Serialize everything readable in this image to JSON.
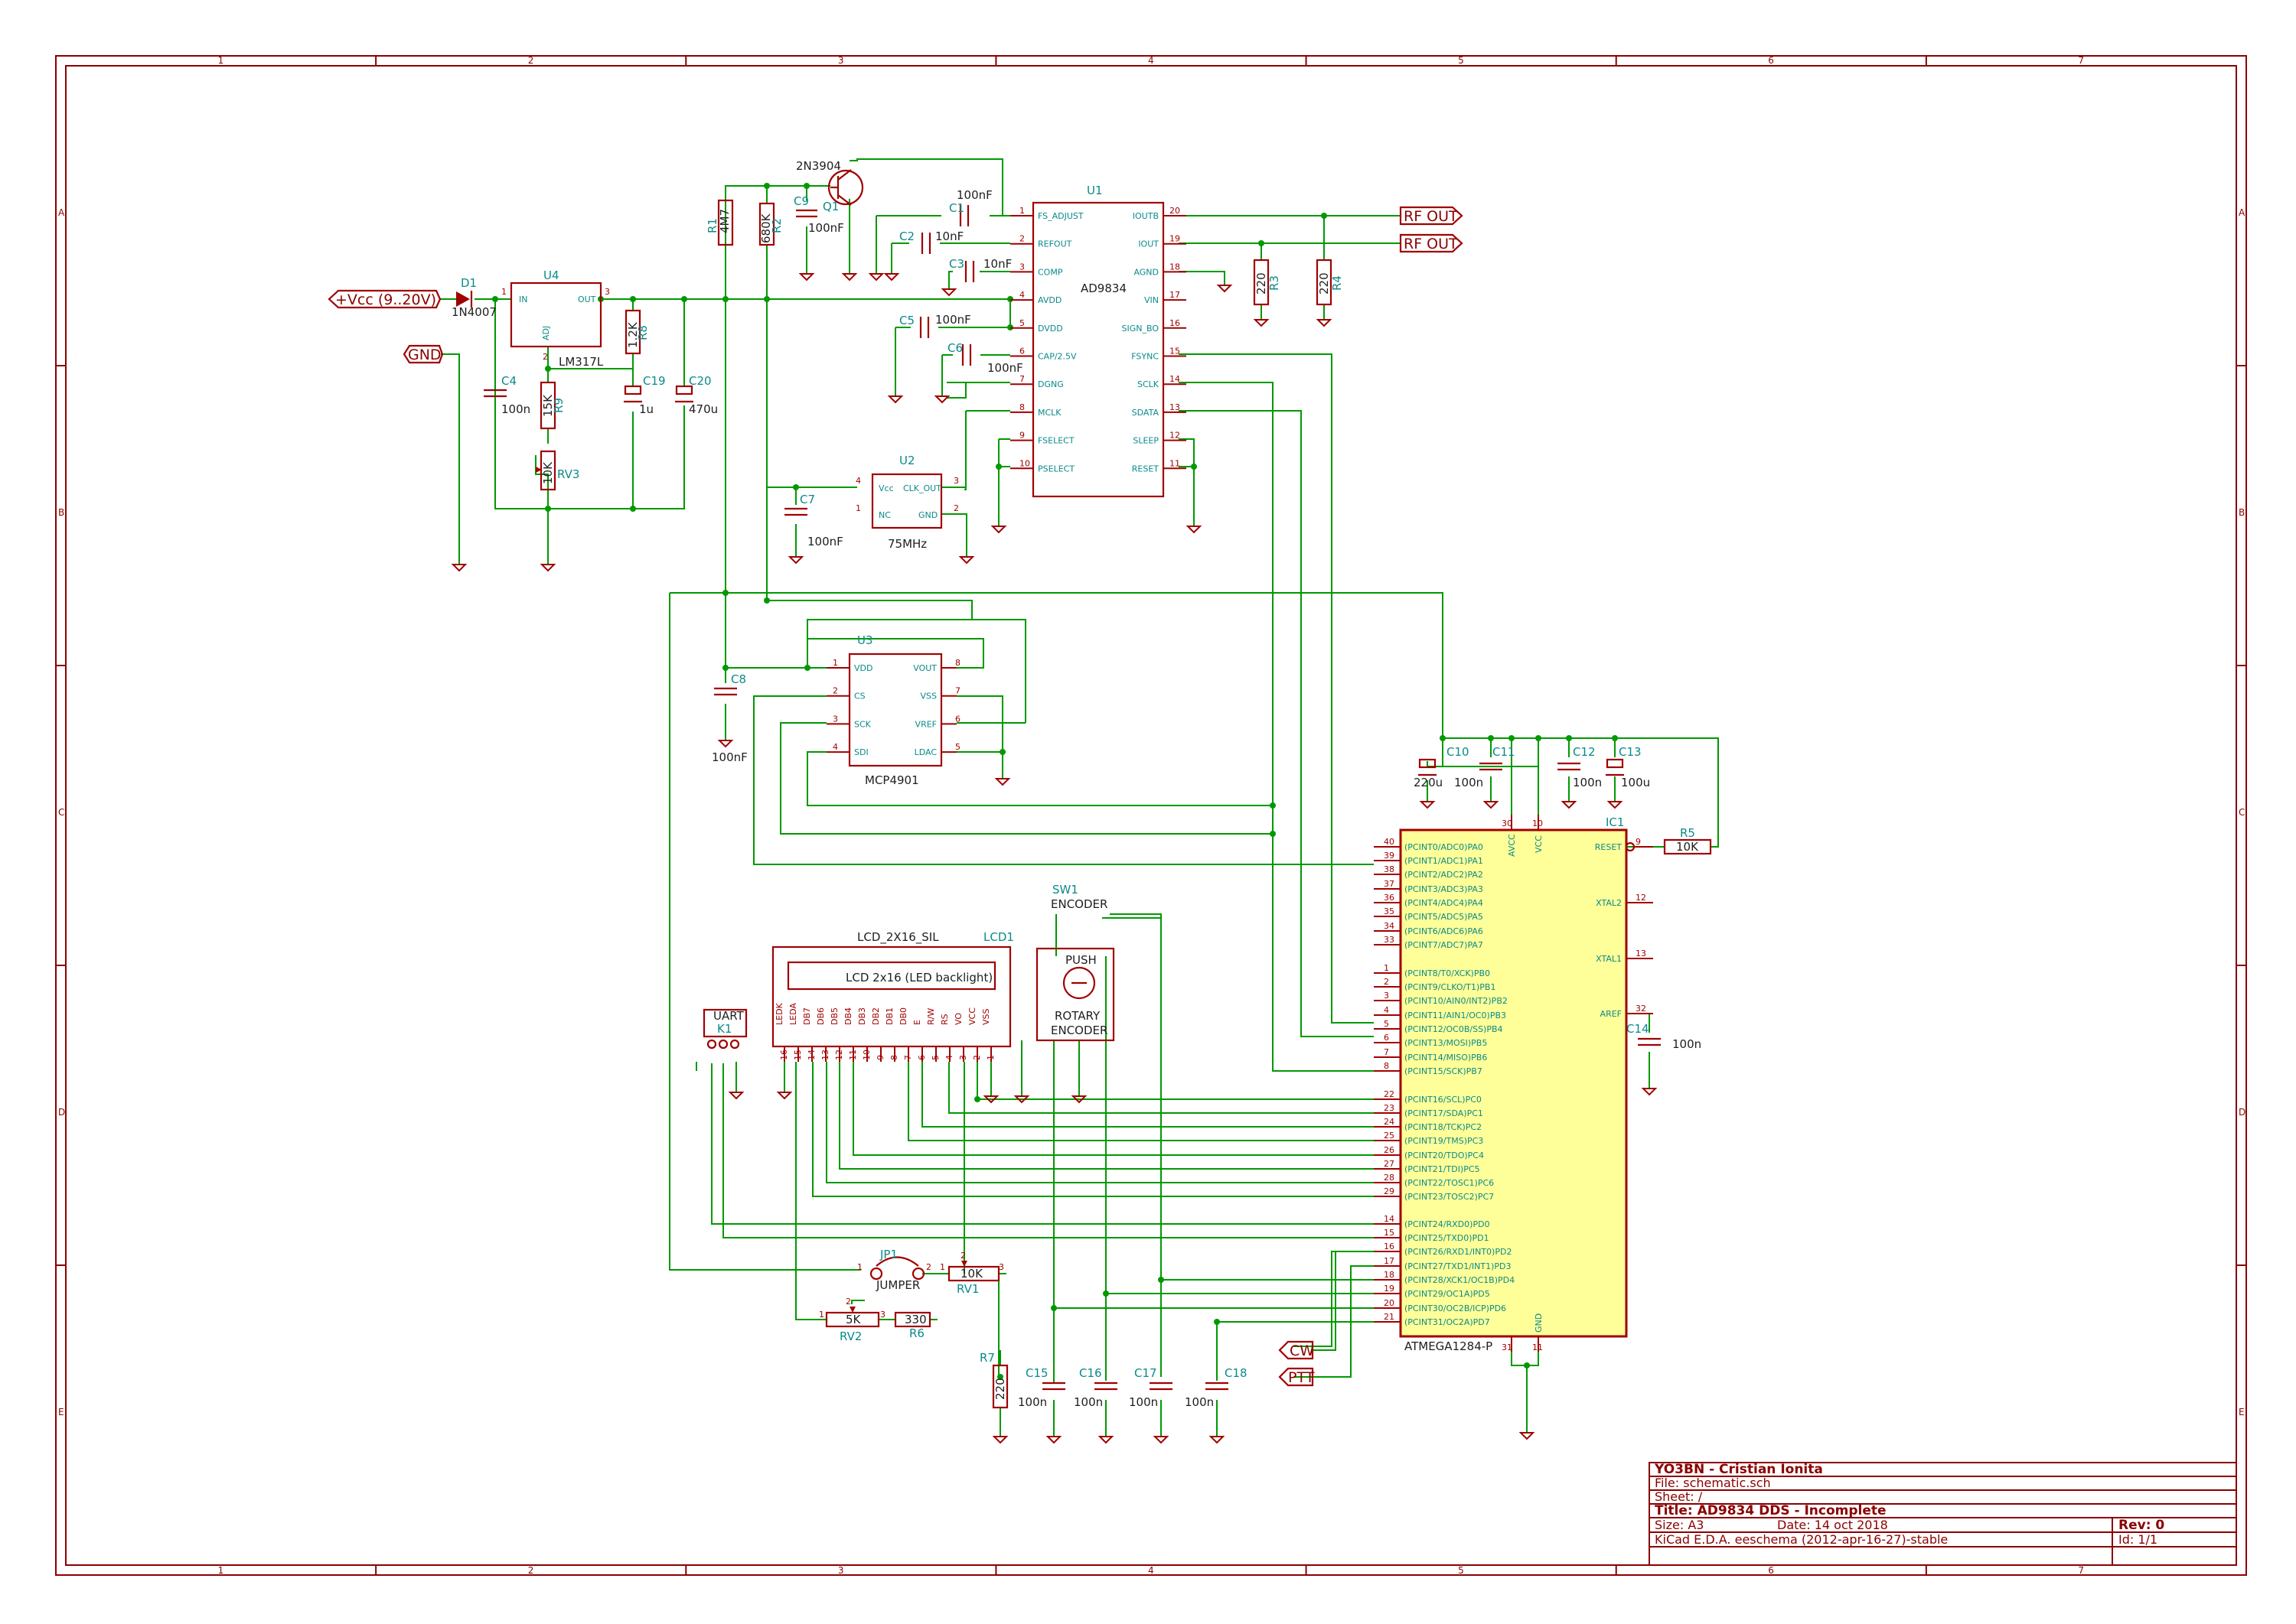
{
  "title_block": {
    "author": "YO3BN - Cristian Ionita",
    "file": "File: schematic.sch",
    "sheet": "Sheet: /",
    "title": "Title: AD9834 DDS - Incomplete",
    "size": "Size: A3",
    "date": "Date: 14 oct 2018",
    "rev": "Rev: 0",
    "tool": "KiCad E.D.A.  eeschema (2012-apr-16-27)-stable",
    "id": "Id: 1/1"
  },
  "grid": {
    "columns": [
      "1",
      "2",
      "3",
      "4",
      "5",
      "6",
      "7"
    ],
    "rows": [
      "A",
      "B",
      "C",
      "D",
      "E"
    ]
  },
  "labels": {
    "vcc": "+Vcc (9..20V)",
    "gnd": "GND",
    "rf_out_1": "RF OUT",
    "rf_out_2": "RF OUT",
    "cw": "CW",
    "ptt": "PTT"
  },
  "parts": {
    "d1": {
      "ref": "D1",
      "value": "1N4007"
    },
    "u4": {
      "ref": "U4",
      "value": "LM317L",
      "pin_in": "IN",
      "pin_out": "OUT",
      "pin_adj": "ADJ",
      "p1": "1",
      "p2": "2",
      "p3": "3"
    },
    "r8": {
      "ref": "R8",
      "value": "1.2K"
    },
    "r9": {
      "ref": "R9",
      "value": "15K"
    },
    "rv3": {
      "ref": "RV3",
      "value": "10K"
    },
    "c4": {
      "ref": "C4",
      "value": "100n"
    },
    "c19": {
      "ref": "C19",
      "value": "1u"
    },
    "c20": {
      "ref": "C20",
      "value": "470u"
    },
    "r1": {
      "ref": "R1",
      "value": "4M7"
    },
    "r2": {
      "ref": "R2",
      "value": "680K"
    },
    "q1": {
      "ref": "Q1",
      "value": "2N3904"
    },
    "c9": {
      "ref": "C9",
      "value": "100nF"
    },
    "c1": {
      "ref": "C1",
      "value": "100nF"
    },
    "c2": {
      "ref": "C2",
      "value": "10nF"
    },
    "c3": {
      "ref": "C3",
      "value": "10nF"
    },
    "c5": {
      "ref": "C5",
      "value": "100nF"
    },
    "c6": {
      "ref": "C6",
      "value": "100nF"
    },
    "u1": {
      "ref": "U1",
      "value": "AD9834",
      "left_pins": [
        {
          "num": "1",
          "name": "FS_ADJUST"
        },
        {
          "num": "2",
          "name": "REFOUT"
        },
        {
          "num": "3",
          "name": "COMP"
        },
        {
          "num": "4",
          "name": "AVDD"
        },
        {
          "num": "5",
          "name": "DVDD"
        },
        {
          "num": "6",
          "name": "CAP/2.5V"
        },
        {
          "num": "7",
          "name": "DGNG"
        },
        {
          "num": "8",
          "name": "MCLK"
        },
        {
          "num": "9",
          "name": "FSELECT"
        },
        {
          "num": "10",
          "name": "PSELECT"
        }
      ],
      "right_pins": [
        {
          "num": "20",
          "name": "IOUTB"
        },
        {
          "num": "19",
          "name": "IOUT"
        },
        {
          "num": "18",
          "name": "AGND"
        },
        {
          "num": "17",
          "name": "VIN"
        },
        {
          "num": "16",
          "name": "SIGN_BO"
        },
        {
          "num": "15",
          "name": "FSYNC"
        },
        {
          "num": "14",
          "name": "SCLK"
        },
        {
          "num": "13",
          "name": "SDATA"
        },
        {
          "num": "12",
          "name": "SLEEP"
        },
        {
          "num": "11",
          "name": "RESET"
        }
      ]
    },
    "r3": {
      "ref": "R3",
      "value": "220"
    },
    "r4": {
      "ref": "R4",
      "value": "220"
    },
    "u2": {
      "ref": "U2",
      "value": "75MHz",
      "pins": [
        {
          "num": "4",
          "name": "Vcc"
        },
        {
          "num": "1",
          "name": "NC"
        },
        {
          "num": "3",
          "name": "CLK_OUT"
        },
        {
          "num": "2",
          "name": "GND"
        }
      ]
    },
    "c7": {
      "ref": "C7",
      "value": "100nF"
    },
    "c8": {
      "ref": "C8",
      "value": "100nF"
    },
    "u3": {
      "ref": "U3",
      "value": "MCP4901",
      "left_pins": [
        {
          "num": "1",
          "name": "VDD"
        },
        {
          "num": "2",
          "name": "CS"
        },
        {
          "num": "3",
          "name": "SCK"
        },
        {
          "num": "4",
          "name": "SDI"
        }
      ],
      "right_pins": [
        {
          "num": "8",
          "name": "VOUT"
        },
        {
          "num": "7",
          "name": "VSS"
        },
        {
          "num": "6",
          "name": "VREF"
        },
        {
          "num": "5",
          "name": "LDAC"
        }
      ]
    },
    "c10": {
      "ref": "C10",
      "value": "220u"
    },
    "c11": {
      "ref": "C11",
      "value": "100n"
    },
    "c12": {
      "ref": "C12",
      "value": "100n"
    },
    "c13": {
      "ref": "C13",
      "value": "100u"
    },
    "r5": {
      "ref": "R5",
      "value": "10K"
    },
    "c14": {
      "ref": "C14",
      "value": "100n"
    },
    "ic1": {
      "ref": "IC1",
      "value": "ATMEGA1284-P",
      "avcc_num": "30",
      "avcc": "AVCC",
      "vcc_num": "10",
      "vcc": "VCC",
      "gnd_num1": "31",
      "gnd_num2": "11",
      "gnd": "GND",
      "left_pins": [
        {
          "num": "40",
          "name": "(PCINT0/ADC0)PA0"
        },
        {
          "num": "39",
          "name": "(PCINT1/ADC1)PA1"
        },
        {
          "num": "38",
          "name": "(PCINT2/ADC2)PA2"
        },
        {
          "num": "37",
          "name": "(PCINT3/ADC3)PA3"
        },
        {
          "num": "36",
          "name": "(PCINT4/ADC4)PA4"
        },
        {
          "num": "35",
          "name": "(PCINT5/ADC5)PA5"
        },
        {
          "num": "34",
          "name": "(PCINT6/ADC6)PA6"
        },
        {
          "num": "33",
          "name": "(PCINT7/ADC7)PA7"
        },
        {
          "num": "1",
          "name": "(PCINT8/T0/XCK)PB0"
        },
        {
          "num": "2",
          "name": "(PCINT9/CLKO/T1)PB1"
        },
        {
          "num": "3",
          "name": "(PCINT10/AIN0/INT2)PB2"
        },
        {
          "num": "4",
          "name": "(PCINT11/AIN1/OC0)PB3"
        },
        {
          "num": "5",
          "name": "(PCINT12/OC0B/SS)PB4"
        },
        {
          "num": "6",
          "name": "(PCINT13/MOSI)PB5"
        },
        {
          "num": "7",
          "name": "(PCINT14/MISO)PB6"
        },
        {
          "num": "8",
          "name": "(PCINT15/SCK)PB7"
        },
        {
          "num": "22",
          "name": "(PCINT16/SCL)PC0"
        },
        {
          "num": "23",
          "name": "(PCINT17/SDA)PC1"
        },
        {
          "num": "24",
          "name": "(PCINT18/TCK)PC2"
        },
        {
          "num": "25",
          "name": "(PCINT19/TMS)PC3"
        },
        {
          "num": "26",
          "name": "(PCINT20/TDO)PC4"
        },
        {
          "num": "27",
          "name": "(PCINT21/TDI)PC5"
        },
        {
          "num": "28",
          "name": "(PCINT22/TOSC1)PC6"
        },
        {
          "num": "29",
          "name": "(PCINT23/TOSC2)PC7"
        },
        {
          "num": "14",
          "name": "(PCINT24/RXD0)PD0"
        },
        {
          "num": "15",
          "name": "(PCINT25/TXD0)PD1"
        },
        {
          "num": "16",
          "name": "(PCINT26/RXD1/INT0)PD2"
        },
        {
          "num": "17",
          "name": "(PCINT27/TXD1/INT1)PD3"
        },
        {
          "num": "18",
          "name": "(PCINT28/XCK1/OC1B)PD4"
        },
        {
          "num": "19",
          "name": "(PCINT29/OC1A)PD5"
        },
        {
          "num": "20",
          "name": "(PCINT30/OC2B/ICP)PD6"
        },
        {
          "num": "21",
          "name": "(PCINT31/OC2A)PD7"
        }
      ],
      "right_pins": [
        {
          "num": "9",
          "name": "RESET"
        },
        {
          "num": "12",
          "name": "XTAL2"
        },
        {
          "num": "13",
          "name": "XTAL1"
        },
        {
          "num": "32",
          "name": "AREF"
        }
      ]
    },
    "lcd1": {
      "ref": "LCD1",
      "value": "LCD_2X16_SIL",
      "inner": "LCD 2x16 (LED backlight)",
      "pins": [
        {
          "num": "16",
          "name": "LEDK"
        },
        {
          "num": "15",
          "name": "LEDA"
        },
        {
          "num": "14",
          "name": "DB7"
        },
        {
          "num": "13",
          "name": "DB6"
        },
        {
          "num": "12",
          "name": "DB5"
        },
        {
          "num": "11",
          "name": "DB4"
        },
        {
          "num": "10",
          "name": "DB3"
        },
        {
          "num": "9",
          "name": "DB2"
        },
        {
          "num": "8",
          "name": "DB1"
        },
        {
          "num": "7",
          "name": "DB0"
        },
        {
          "num": "6",
          "name": "E"
        },
        {
          "num": "5",
          "name": "R/W"
        },
        {
          "num": "4",
          "name": "RS"
        },
        {
          "num": "3",
          "name": "VO"
        },
        {
          "num": "2",
          "name": "VCC"
        },
        {
          "num": "1",
          "name": "VSS"
        }
      ]
    },
    "sw1": {
      "ref": "SW1",
      "value": "ENCODER",
      "push": "PUSH",
      "rot1": "ROTARY",
      "rot2": "ENCODER"
    },
    "k1": {
      "ref": "K1",
      "value": "UART"
    },
    "jp1": {
      "ref": "JP1",
      "value": "JUMPER",
      "p1": "1",
      "p2": "2"
    },
    "rv1": {
      "ref": "RV1",
      "value": "10K",
      "p1": "1",
      "p2": "2",
      "p3": "3"
    },
    "rv2": {
      "ref": "RV2",
      "value": "5K",
      "p1": "1",
      "p2": "2",
      "p3": "3"
    },
    "r6": {
      "ref": "R6",
      "value": "330"
    },
    "r7": {
      "ref": "R7",
      "value": "220"
    },
    "c15": {
      "ref": "C15",
      "value": "100n"
    },
    "c16": {
      "ref": "C16",
      "value": "100n"
    },
    "c17": {
      "ref": "C17",
      "value": "100n"
    },
    "c18": {
      "ref": "C18",
      "value": "100n"
    }
  },
  "colors": {
    "frame": "#8b0000",
    "wire": "#009900",
    "symbol": "#a00000",
    "ref_text": "#0a8a8a",
    "ic_fill": "#ffff99"
  }
}
